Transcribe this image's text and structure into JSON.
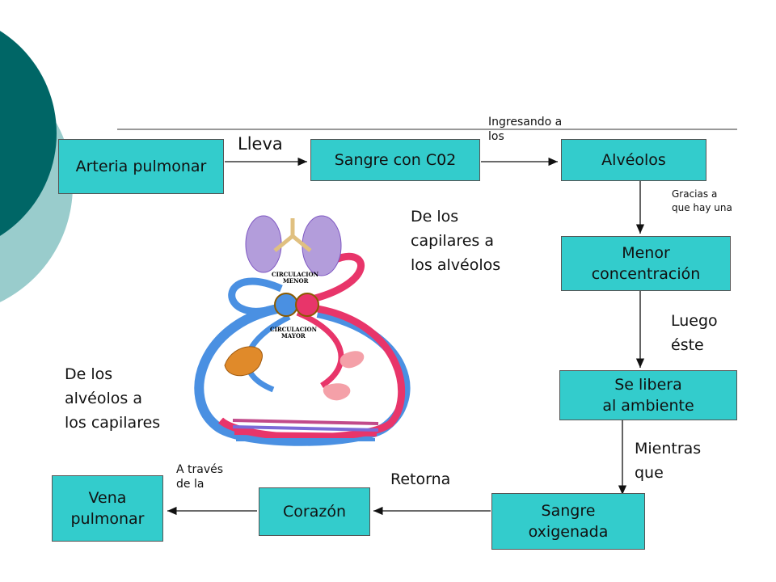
{
  "boxes": {
    "arteria": "Arteria pulmonar",
    "sangre_co2": "Sangre con C02",
    "alveolos": "Alvéolos",
    "menor": "Menor\nconcentración",
    "libera": "Se libera\nal ambiente",
    "oxigenada": "Sangre\noxigenada",
    "corazon": "Corazón",
    "vena": "Vena\npulmonar"
  },
  "connectors": {
    "lleva": "Lleva",
    "ingresando": "Ingresando a\nlos",
    "gracias": "Gracias a\nque hay una",
    "luego": "Luego\néste",
    "mientras": "Mientras\nque",
    "retorna": "Retorna",
    "a_traves": "A través\nde la"
  },
  "notes": {
    "capilares_alveolos": "De los\ncapilares a\nlos alvéolos",
    "alveolos_capilares": "De los\nalvéolos a\nlos capilares"
  },
  "illustration": {
    "circ_menor": "CIRCULACION\nMENOR",
    "circ_mayor": "CIRCULACION\nMAYOR"
  },
  "colors": {
    "box_fill": "#33cccc",
    "deco_dark": "#006666",
    "deco_light": "#99cccc",
    "arterial_red": "#e8356a",
    "venous_blue": "#4a90e2",
    "lungs": "#b39ddb"
  }
}
